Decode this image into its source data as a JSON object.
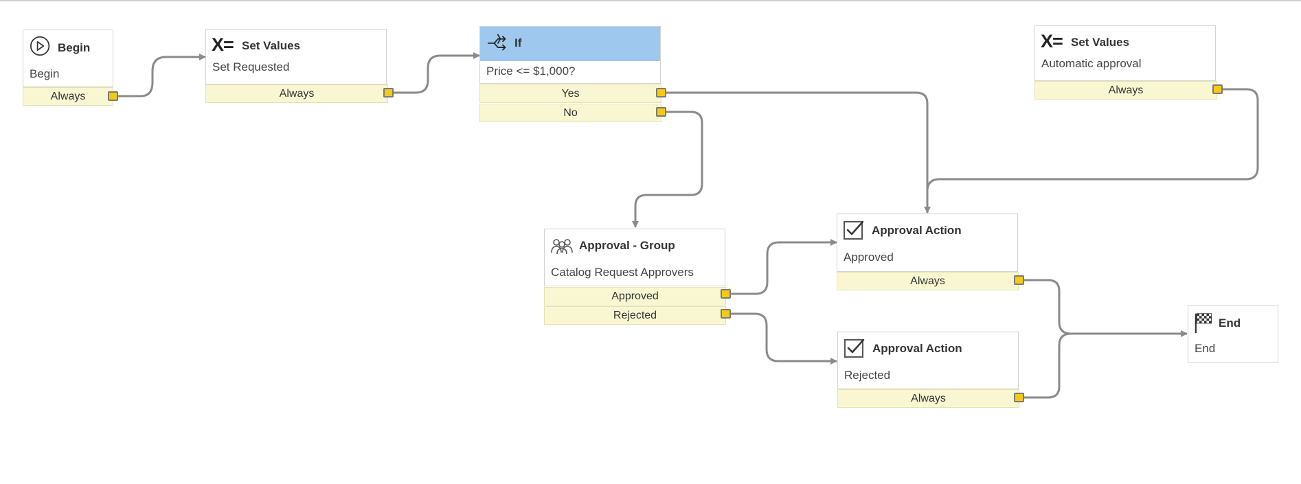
{
  "nodes": {
    "begin": {
      "title": "Begin",
      "subtitle": "Begin",
      "icon": "play-circle-icon",
      "conditions": [
        "Always"
      ]
    },
    "set_requested": {
      "title": "Set Values",
      "subtitle": "Set Requested",
      "icon": "set-values-icon",
      "icon_text": "X=",
      "conditions": [
        "Always"
      ]
    },
    "if": {
      "title": "If",
      "subtitle": "Price <= $1,000?",
      "icon": "branch-icon",
      "header_color": "#9fc8ee",
      "conditions": [
        "Yes",
        "No"
      ]
    },
    "auto_approval": {
      "title": "Set Values",
      "subtitle": "Automatic approval",
      "icon": "set-values-icon",
      "icon_text": "X=",
      "conditions": [
        "Always"
      ]
    },
    "approval_group": {
      "title": "Approval - Group",
      "subtitle": "Catalog Request Approvers",
      "icon": "group-icon",
      "conditions": [
        "Approved",
        "Rejected"
      ]
    },
    "approval_approved": {
      "title": "Approval Action",
      "subtitle": "Approved",
      "icon": "checkbox-icon",
      "conditions": [
        "Always"
      ]
    },
    "approval_rejected": {
      "title": "Approval Action",
      "subtitle": "Rejected",
      "icon": "checkbox-icon",
      "conditions": [
        "Always"
      ]
    },
    "end": {
      "title": "End",
      "subtitle": "End",
      "icon": "checkered-flag-icon"
    }
  },
  "colors": {
    "condition_fill": "#f8f7d2",
    "port_fill": "#f4cb12",
    "connector": "#8a8a8a",
    "if_header": "#9fc8ee"
  }
}
